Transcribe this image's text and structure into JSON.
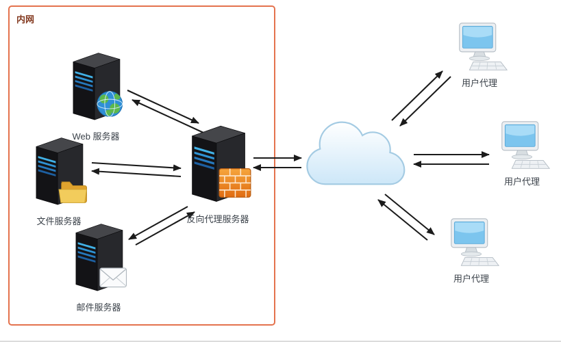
{
  "diagram": {
    "intranet": {
      "label": "内网"
    },
    "nodes": {
      "web_server": {
        "label": "Web 服务器"
      },
      "file_server": {
        "label": "文件服务器"
      },
      "mail_server": {
        "label": "邮件服务器"
      },
      "reverse_proxy": {
        "label": "反向代理服务器"
      },
      "user_agent_1": {
        "label": "用户代理"
      },
      "user_agent_2": {
        "label": "用户代理"
      },
      "user_agent_3": {
        "label": "用户代理"
      }
    },
    "colors": {
      "intranet_border": "#e4724d",
      "firewall_orange": "#ef8a26",
      "screen_blue": "#7cc5ee",
      "arrow_black": "#1b1b1b"
    }
  }
}
